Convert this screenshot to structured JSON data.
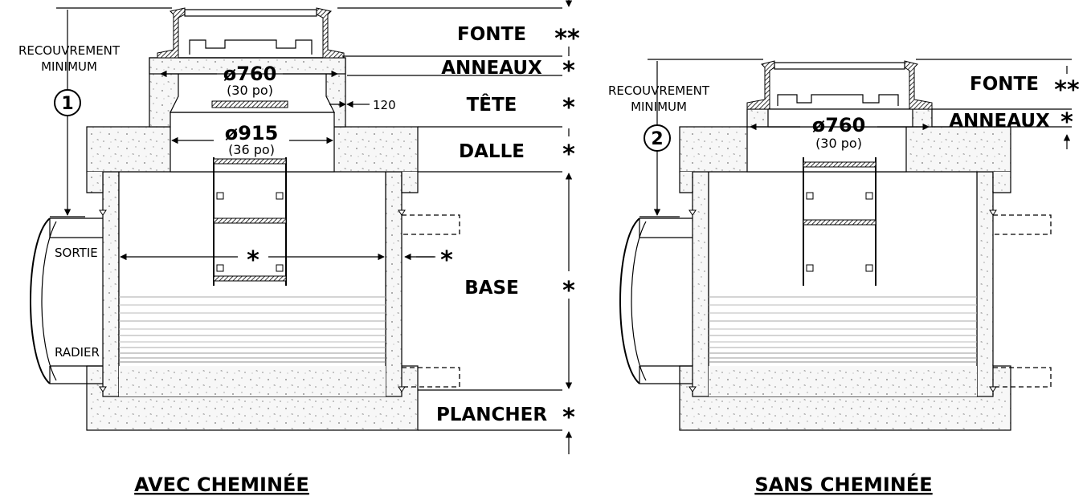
{
  "left_view": {
    "title": "AVEC CHEMINÉE",
    "cover_label_line1": "RECOUVREMENT",
    "cover_label_line2": "MINIMUM",
    "cover_number": "1",
    "opening_diameter": "ø760",
    "opening_diameter_imperial": "(30 po)",
    "chimney_diameter": "ø915",
    "chimney_diameter_imperial": "(36 po)",
    "wall_thickness": "120",
    "outlet_label": "SORTIE",
    "invert_label": "RADIER",
    "base_diameter_mark": "*",
    "wall_mark": "*"
  },
  "right_view": {
    "title": "SANS CHEMINÉE",
    "cover_label_line1": "RECOUVREMENT",
    "cover_label_line2": "MINIMUM",
    "cover_number": "2",
    "opening_diameter": "ø760",
    "opening_diameter_imperial": "(30 po)"
  },
  "component_labels": {
    "fonte": "FONTE",
    "anneaux": "ANNEAUX",
    "tete": "TÊTE",
    "dalle": "DALLE",
    "base": "BASE",
    "plancher": "PLANCHER"
  },
  "marks": {
    "single": "*",
    "double": "**"
  },
  "colors": {
    "line": "#000000",
    "concrete": "#f7f7f7",
    "hatch": "#b8b8b8"
  }
}
